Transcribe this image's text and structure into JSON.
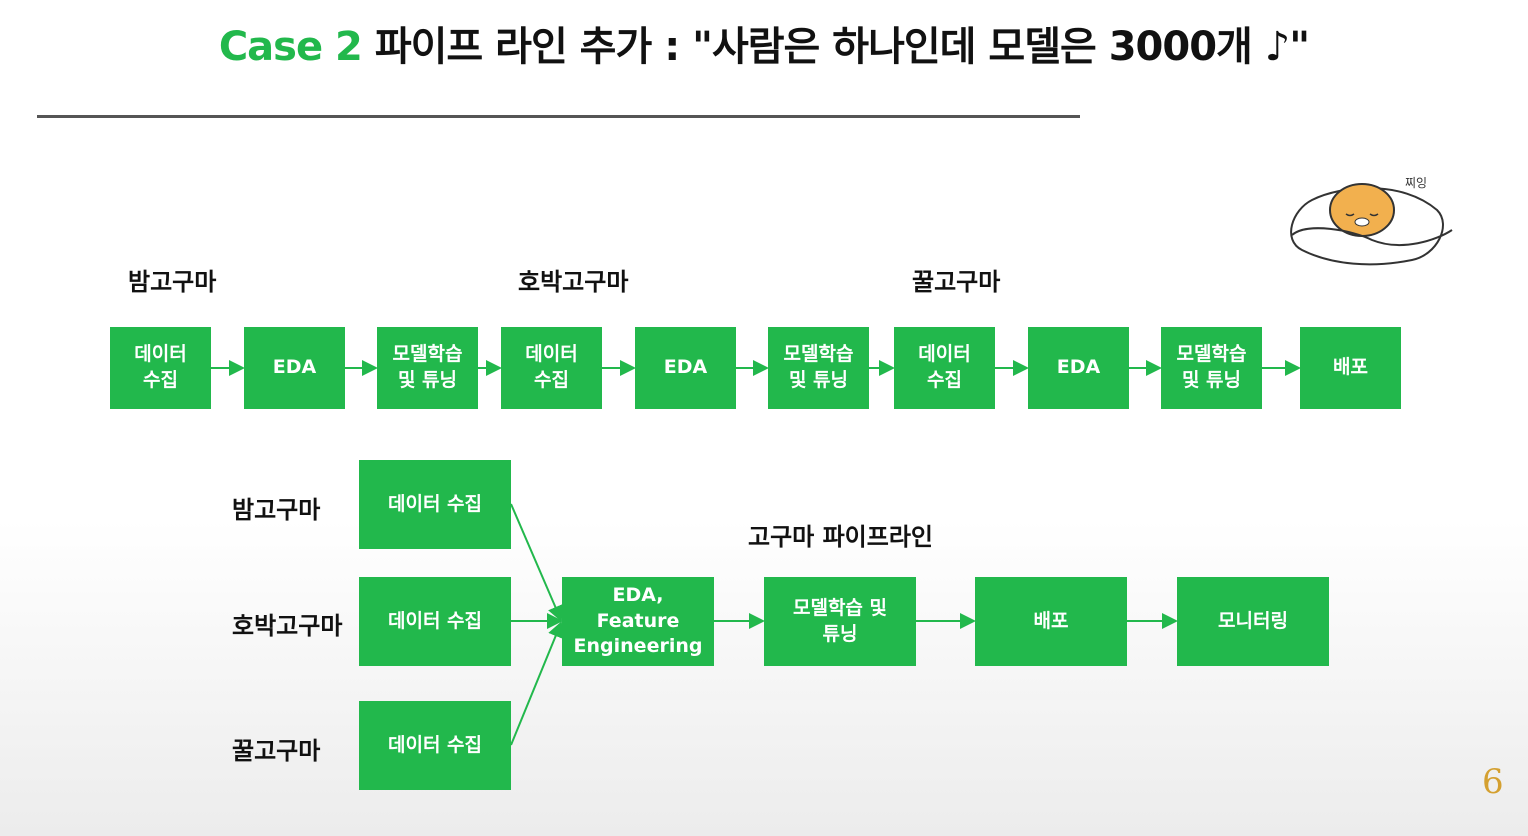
{
  "header": {
    "case_label": "Case 2",
    "title_text": "파이프 라인 추가 : \"사람은 하나인데 모델은 3000개 ♪\""
  },
  "colors": {
    "accent": "#22b84c",
    "arrow": "#22b84c",
    "page_number": "#d4a030"
  },
  "top_pipeline": {
    "groups": [
      {
        "name": "밤고구마",
        "steps": [
          "데이터\n수집",
          "EDA",
          "모델학습\n및 튜닝"
        ]
      },
      {
        "name": "호박고구마",
        "steps": [
          "데이터\n수집",
          "EDA",
          "모델학습\n및 튜닝"
        ]
      },
      {
        "name": "꿀고구마",
        "steps": [
          "데이터\n수집",
          "EDA",
          "모델학습\n및 튜닝"
        ]
      }
    ],
    "final_step": "배포"
  },
  "bottom_pipeline": {
    "title": "고구마 파이프라인",
    "sources": [
      {
        "name": "밤고구마",
        "step": "데이터 수집"
      },
      {
        "name": "호박고구마",
        "step": "데이터 수집"
      },
      {
        "name": "꿀고구마",
        "step": "데이터 수집"
      }
    ],
    "steps": [
      "EDA,\nFeature\nEngineering",
      "모델학습 및\n튜닝",
      "배포",
      "모니터링"
    ]
  },
  "sticker": {
    "text": "찌잉",
    "icon": "sleeping-character-icon"
  },
  "page_number": "6"
}
